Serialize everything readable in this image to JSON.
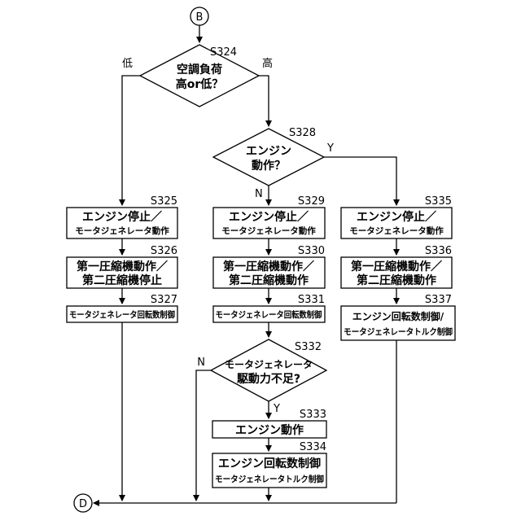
{
  "connectors": {
    "start": "B",
    "end": "D"
  },
  "s324": {
    "step": "S324",
    "line1": "空調負荷",
    "line2": "高or低？",
    "left_branch": "低",
    "right_branch": "高"
  },
  "s328": {
    "step": "S328",
    "line1": "エンジン",
    "line2": "動作？",
    "yes": "Y",
    "no": "N"
  },
  "s325": {
    "step": "S325",
    "line1": "エンジン停止／",
    "line2": "モータジェネレータ動作"
  },
  "s326": {
    "step": "S326",
    "line1": "第一圧縮機動作／",
    "line2": "第二圧縮機停止"
  },
  "s327": {
    "step": "S327",
    "line1": "モータジェネレータ回転数制御"
  },
  "s329": {
    "step": "S329",
    "line1": "エンジン停止／",
    "line2": "モータジェネレータ動作"
  },
  "s330": {
    "step": "S330",
    "line1": "第一圧縮機動作／",
    "line2": "第二圧縮機動作"
  },
  "s331": {
    "step": "S331",
    "line1": "モータジェネレータ回転数制御"
  },
  "s332": {
    "step": "S332",
    "line1": "モータジェネレータ",
    "line2": "駆動力不足?",
    "yes": "Y",
    "no": "N"
  },
  "s333": {
    "step": "S333",
    "line1": "エンジン動作"
  },
  "s334": {
    "step": "S334",
    "line1": "エンジン回転数制御",
    "line2": "モータジェネレータトルク制御"
  },
  "s335": {
    "step": "S335",
    "line1": "エンジン停止／",
    "line2": "モータジェネレータ動作"
  },
  "s336": {
    "step": "S336",
    "line1": "第一圧縮機動作／",
    "line2": "第二圧縮機動作"
  },
  "s337": {
    "step": "S337",
    "line1": "エンジン回転数制御/",
    "line2": "モータジェネレータトルク制御"
  }
}
